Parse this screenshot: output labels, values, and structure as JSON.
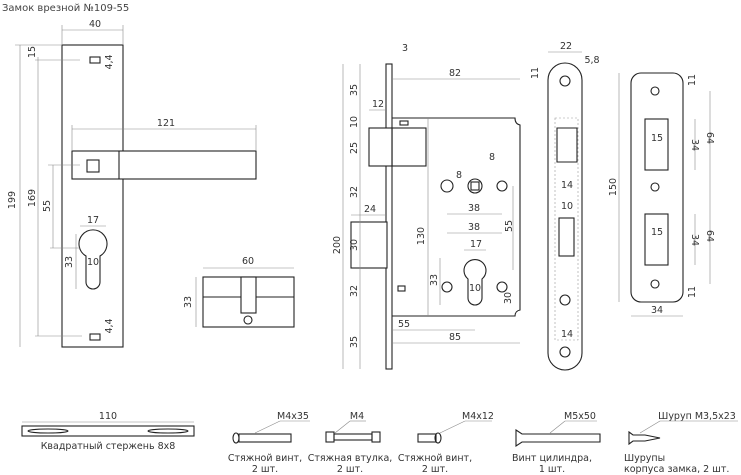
{
  "title": "Замок врезной №109-55",
  "handle": {
    "width": "40",
    "top_offset": "15",
    "screw_top": "4,4",
    "lever_length": "121",
    "total_height": "199",
    "screw_spacing": "169",
    "backset_to_cyl": "55",
    "cyl_width": "17",
    "cyl_height": "33",
    "cyl_slot": "10",
    "screw_bottom": "4,4"
  },
  "cylinder": {
    "length": "60",
    "height": "33"
  },
  "lock_body": {
    "faceplate_thickness": "3",
    "depth": "82",
    "latch_width": "12",
    "top": "35",
    "gap_10": "10",
    "latch_height": "25",
    "gap_32a": "32",
    "bolt_width": "24",
    "bolt_height": "30",
    "gap_32b": "32",
    "bottom": "35",
    "total_height": "200",
    "body_height": "130",
    "hole_dia": "8",
    "square": "8",
    "spacing_38a": "38",
    "spacing_38b": "38",
    "cyl_width": "17",
    "vert_55": "55",
    "cyl_height": "33",
    "cyl_slot": "10",
    "hole_30": "30",
    "backset": "55",
    "overall_depth": "85"
  },
  "faceplate": {
    "width": "22",
    "thickness": "5,8",
    "top": "11",
    "latch_opening": "14",
    "bolt_opening": "10",
    "bottom_opening": "14"
  },
  "strike_plate": {
    "height": "150",
    "width": "34",
    "top": "11",
    "bottom": "11",
    "slot1_w": "15",
    "slot1_h": "34",
    "spacing1": "64",
    "slot2_w": "15",
    "slot2_h": "34",
    "spacing2": "64"
  },
  "accessories": [
    {
      "size": "110",
      "label1": "Квадратный стержень 8х8",
      "label2": ""
    },
    {
      "size": "M4х35",
      "label1": "Стяжной винт,",
      "label2": "2 шт."
    },
    {
      "size": "M4",
      "label1": "Стяжная втулка,",
      "label2": "2 шт."
    },
    {
      "size": "M4х12",
      "label1": "Стяжной винт,",
      "label2": "2 шт."
    },
    {
      "size": "M5х50",
      "label1": "Винт цилиндра,",
      "label2": "1 шт."
    },
    {
      "size": "Шуруп М3,5х23",
      "label1": "Шурупы",
      "label2": "корпуса замка, 2 шт."
    }
  ]
}
